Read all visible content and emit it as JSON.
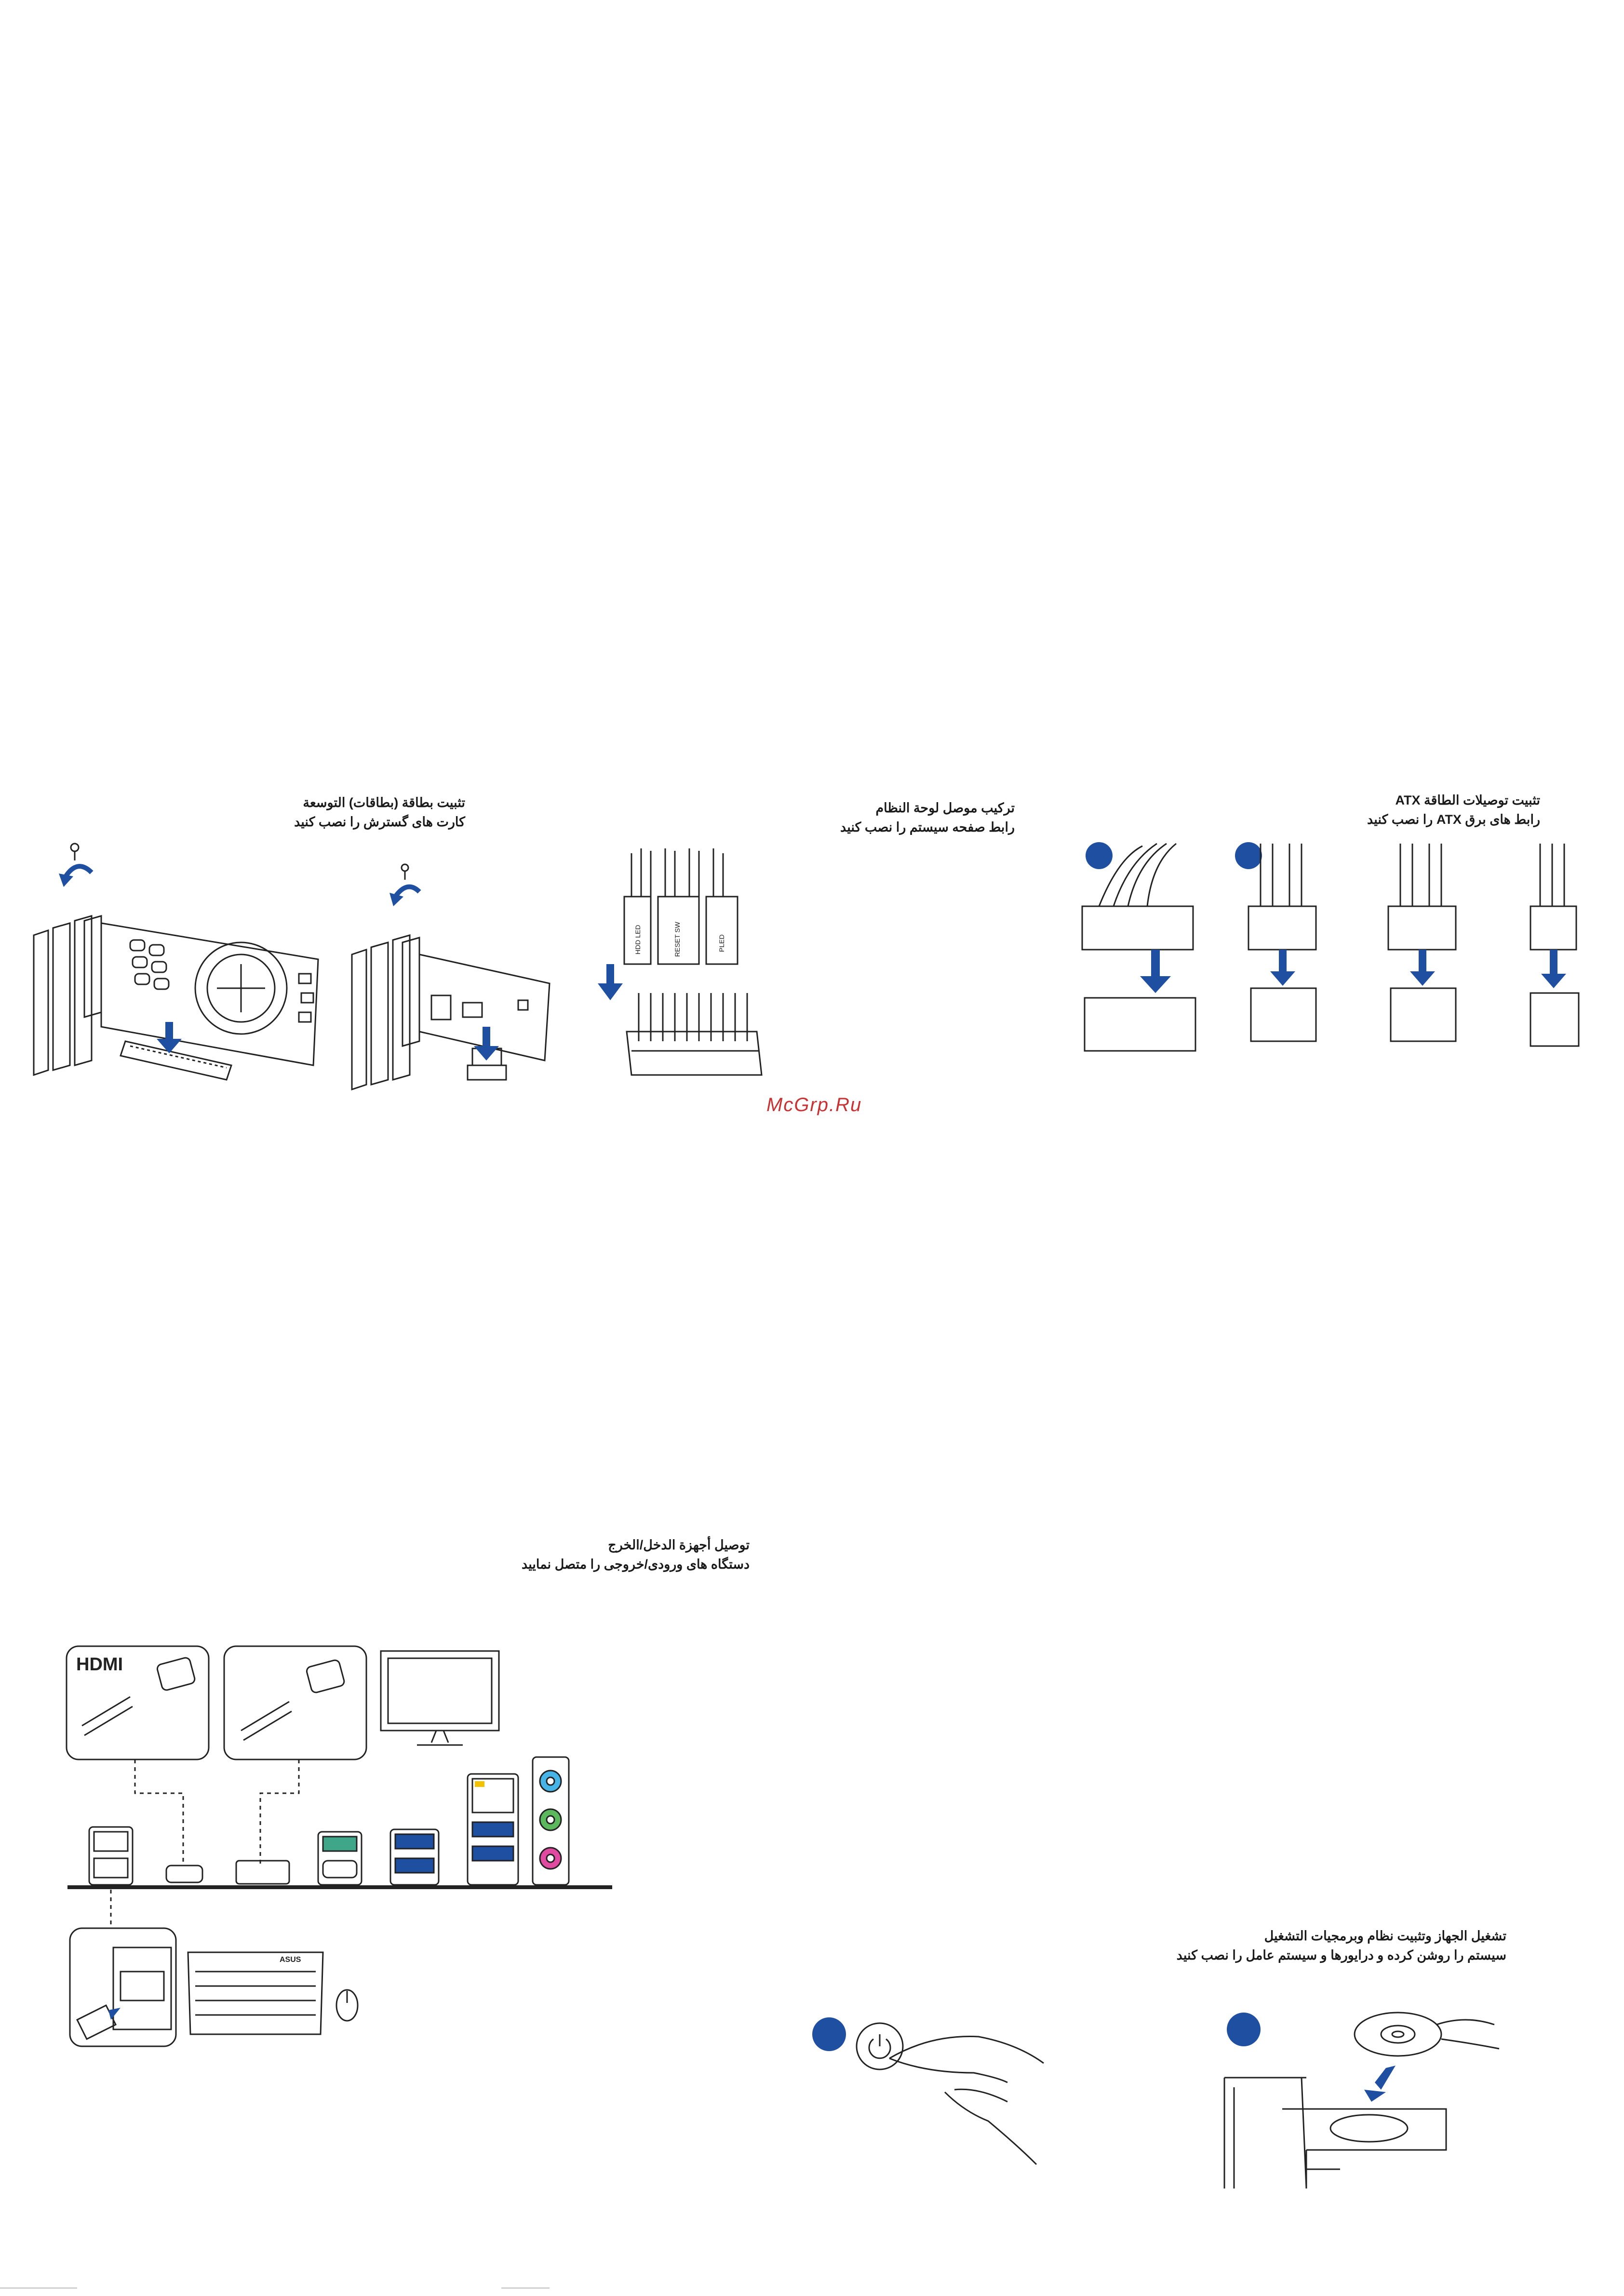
{
  "sections": {
    "expansion": {
      "title": "تثبيت بطاقة (بطاقات) التوسعة",
      "subtitle": "کارت های گسترش را نصب کنید"
    },
    "panel": {
      "title": "تركيب موصل لوحة النظام",
      "subtitle": "رابط صفحه سیستم را نصب کنید",
      "pin_labels": [
        "HDD LED",
        "RESET SW",
        "PLED"
      ]
    },
    "atx": {
      "title": "تثبيت توصيلات الطاقة ATX",
      "subtitle": "رابط های برق ATX را نصب کنید"
    },
    "io": {
      "title": "توصيل أجهزة الدخل/الخرج",
      "subtitle": "دستگاه های ورودی/خروجی را متصل نمایید",
      "hdmi_logo": "HDMI",
      "keyboard_brand": "ASUS"
    },
    "power": {
      "title": "تشغيل الجهاز وتثبيت نظام وبرمجيات التشغيل",
      "subtitle": "سیستم را روشن کرده و درایورها و سیستم عامل را نصب کنید"
    }
  },
  "watermark": "McGrp.Ru",
  "colors": {
    "accent_blue": "#1f4fa0",
    "line": "#222222"
  },
  "icons": [
    "screw-icon",
    "rotate-arrow-icon",
    "down-arrow-icon",
    "power-button-icon",
    "optical-disc-icon"
  ]
}
